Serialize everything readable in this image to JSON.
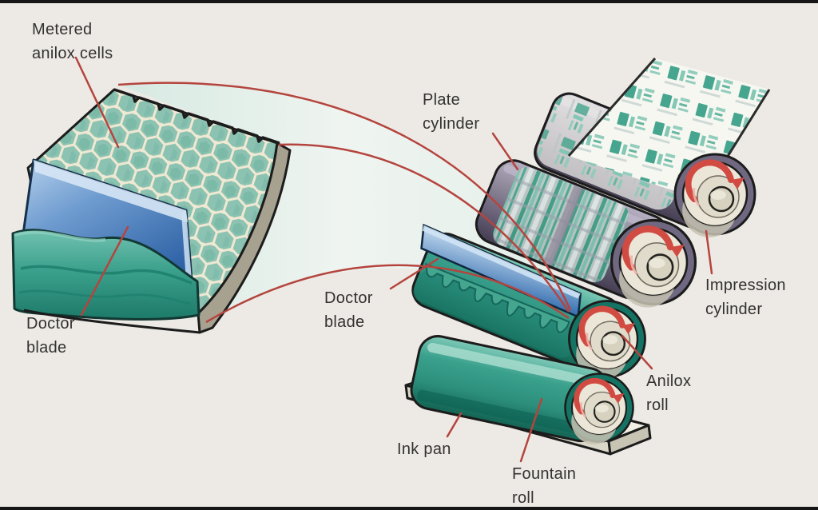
{
  "figure": {
    "title": "Flexographic printing unit diagram",
    "labels": {
      "metered_anilox_cells": "Metered\nanilox cells",
      "doctor_blade_detail": "Doctor\nblade",
      "plate_cylinder": "Plate\ncylinder",
      "doctor_blade_press": "Doctor\nblade",
      "impression_cylinder": "Impression\ncylinder",
      "anilox_roll": "Anilox\nroll",
      "ink_pan": "Ink pan",
      "fountain_roll": "Fountain\nroll"
    },
    "palette": {
      "background": "#edeae5",
      "frame_border": "#161616",
      "leader_red": "#b5443e",
      "rotation_arrow_red": "#d14b42",
      "ink_teal": "#3aa18d",
      "ink_teal_dark": "#1d7a68",
      "hex_cell_teal": "#8cc2b1",
      "hex_mortar_cream": "#efe9d3",
      "cylinder_purple": "#8d8799",
      "blade_blue_light": "#b7d2ec",
      "blade_blue_dark": "#2e62a6",
      "cap_cream": "#ebe6d8",
      "pan_cream": "#f1eee3",
      "text": "#333231"
    }
  }
}
